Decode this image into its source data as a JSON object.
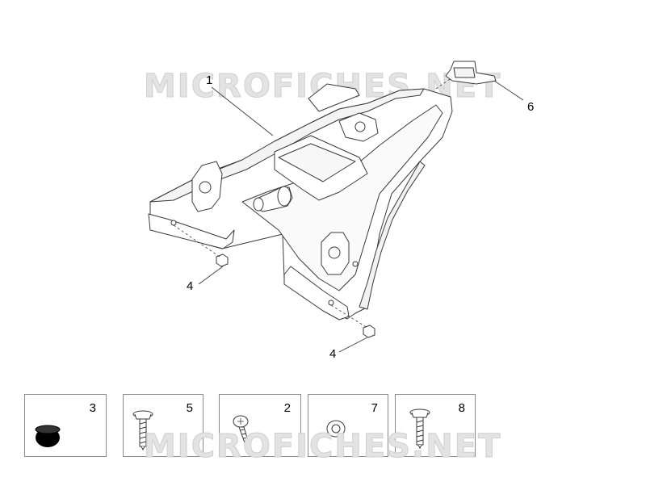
{
  "watermark": "MICROFICHES.NET",
  "callouts": {
    "part_1": "1",
    "part_6": "6",
    "part_4a": "4",
    "part_4b": "4"
  },
  "boxes": [
    {
      "number": "3",
      "icon": "rubber-pad-icon"
    },
    {
      "number": "5",
      "icon": "flange-screw-icon"
    },
    {
      "number": "2",
      "icon": "self-tapping-screw-icon"
    },
    {
      "number": "7",
      "icon": "washer-icon"
    },
    {
      "number": "8",
      "icon": "flange-screw-icon"
    }
  ],
  "colors": {
    "line": "#3a3a3a",
    "watermark": "#e3e3e3",
    "box_border": "#8a8a8a"
  }
}
